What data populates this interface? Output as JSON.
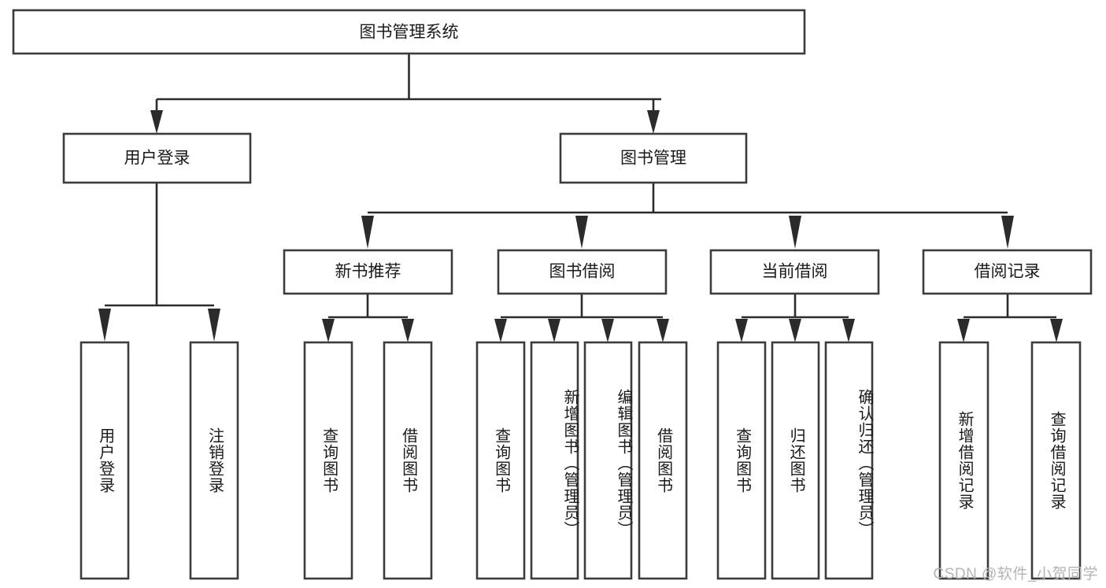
{
  "diagram": {
    "title": "图书管理系统",
    "type": "hierarchy-tree",
    "root": {
      "id": "root",
      "label": "图书管理系统",
      "orientation": "horizontal"
    },
    "level2": [
      {
        "id": "user-login",
        "label": "用户登录",
        "orientation": "horizontal"
      },
      {
        "id": "book-manage",
        "label": "图书管理",
        "orientation": "horizontal"
      }
    ],
    "level3": [
      {
        "id": "new-book-recommend",
        "label": "新书推荐",
        "orientation": "horizontal",
        "parent": "book-manage"
      },
      {
        "id": "book-borrow",
        "label": "图书借阅",
        "orientation": "horizontal",
        "parent": "book-manage"
      },
      {
        "id": "current-borrow",
        "label": "当前借阅",
        "orientation": "horizontal",
        "parent": "book-manage"
      },
      {
        "id": "borrow-record",
        "label": "借阅记录",
        "orientation": "horizontal",
        "parent": "book-manage"
      }
    ],
    "leaves": {
      "user_login": [
        {
          "id": "leaf-user-login",
          "label": "用户登录"
        },
        {
          "id": "leaf-user-logout",
          "label": "注销登录"
        }
      ],
      "new_book_recommend": [
        {
          "id": "leaf-query-book-1",
          "label": "查询图书"
        },
        {
          "id": "leaf-borrow-book-1",
          "label": "借阅图书"
        }
      ],
      "book_borrow": [
        {
          "id": "leaf-query-book-2",
          "label": "查询图书"
        },
        {
          "id": "leaf-add-book",
          "label": "新增图书（管理员）"
        },
        {
          "id": "leaf-edit-book",
          "label": "编辑图书（管理员）"
        },
        {
          "id": "leaf-borrow-book-2",
          "label": "借阅图书"
        }
      ],
      "current_borrow": [
        {
          "id": "leaf-query-book-3",
          "label": "查询图书"
        },
        {
          "id": "leaf-return-book",
          "label": "归还图书"
        },
        {
          "id": "leaf-confirm-return",
          "label": "确认归还（管理员）"
        }
      ],
      "borrow_record": [
        {
          "id": "leaf-add-record",
          "label": "新增借阅记录"
        },
        {
          "id": "leaf-query-record",
          "label": "查询借阅记录"
        }
      ]
    }
  },
  "watermark": {
    "text": "CSDN @软件_小贺同学"
  },
  "colors": {
    "box_stroke": "#3c3c3c",
    "connector": "#2b2b2b",
    "text": "#1a1a1a",
    "background": "#ffffff",
    "watermark": "#b4b4b4"
  }
}
